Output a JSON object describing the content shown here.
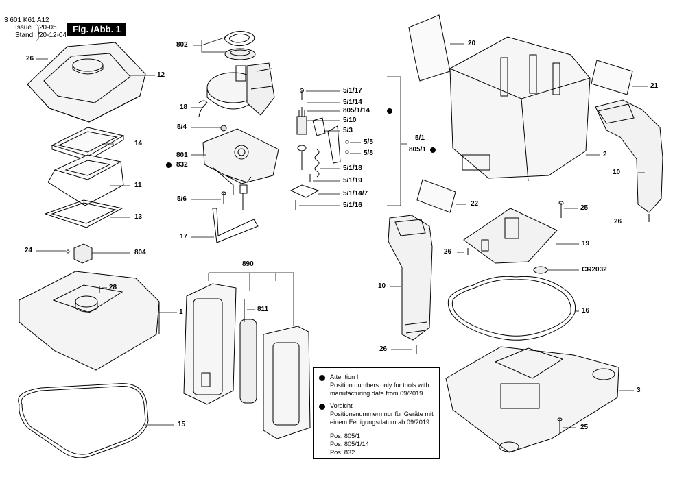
{
  "header": {
    "part_number": "3 601 K61 A12",
    "issue_label": "Issue",
    "issue_value": "20-05",
    "stand_label": "Stand",
    "stand_value": "20-12-04",
    "figure_label": "Fig. /Abb. 1"
  },
  "callouts": {
    "c26a": "26",
    "c12": "12",
    "c14": "14",
    "c11": "11",
    "c13": "13",
    "c24": "24",
    "c804": "804",
    "c28": "28",
    "c1": "1",
    "c15": "15",
    "c802": "802",
    "c18": "18",
    "c54": "5/4",
    "c801": "801",
    "c832": "832",
    "c56": "5/6",
    "c17": "17",
    "c890": "890",
    "c811": "811",
    "c5117": "5/1/17",
    "c5114": "5/1/14",
    "c805114": "805/1/14",
    "c510": "5/10",
    "c53": "5/3",
    "c55": "5/5",
    "c58": "5/8",
    "c5118": "5/1/18",
    "c5119": "5/1/19",
    "c51147": "5/1/14/7",
    "c5116": "5/1/16",
    "c51": "5/1",
    "c8051": "805/1",
    "c20": "20",
    "c21": "21",
    "c2": "2",
    "c10a": "10",
    "c22": "22",
    "c25a": "25",
    "c26b": "26",
    "c19": "19",
    "c26c": "26",
    "cCR": "CR2032",
    "c10b": "10",
    "c16": "16",
    "c26d": "26",
    "c3": "3",
    "c25b": "25"
  },
  "note": {
    "attention_title": "Attention !",
    "attention_text_1": "Position numbers only for tools with",
    "attention_text_2": "manufacturing date from 09/2019",
    "vorsicht_title": "Vorsicht !",
    "vorsicht_text_1": "Positionsnummern nur für Geräte mit",
    "vorsicht_text_2": "einem Fertigungsdatum ab 09/2019",
    "pos_1": "Pos. 805/1",
    "pos_2": "Pos. 805/1/14",
    "pos_3": "Pos. 832"
  }
}
